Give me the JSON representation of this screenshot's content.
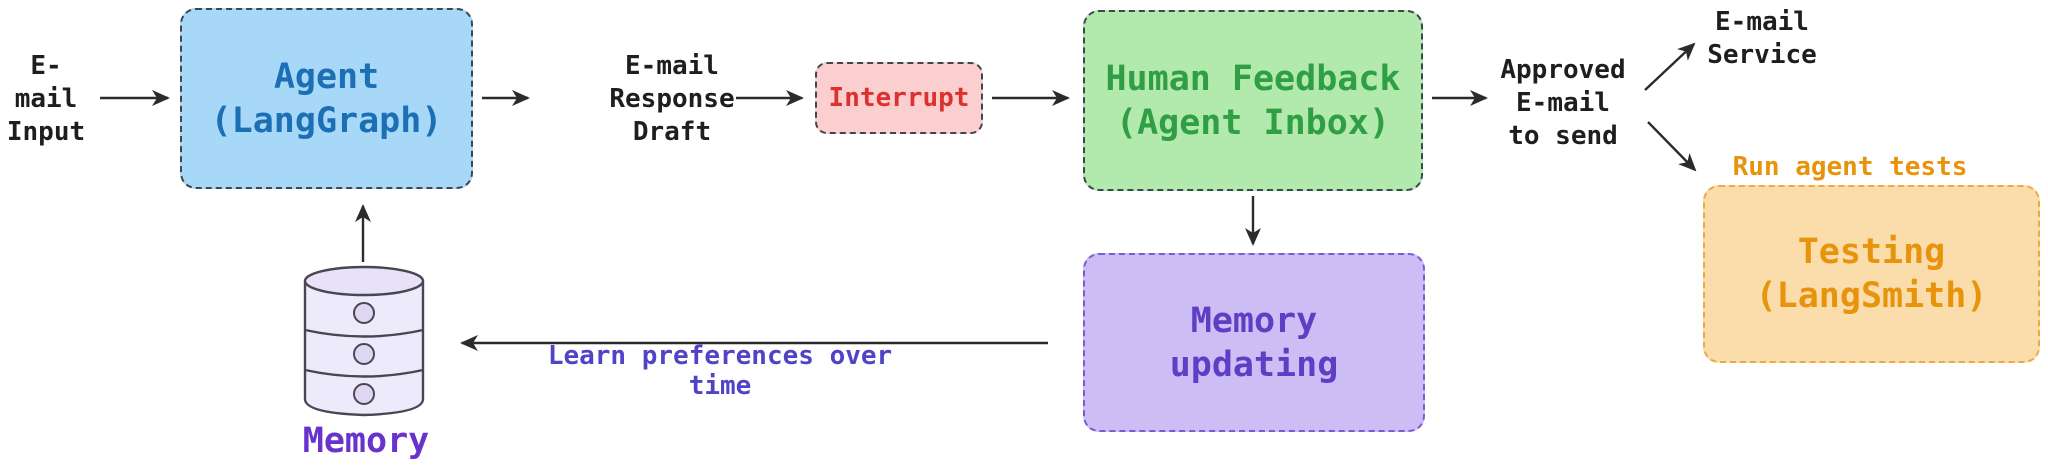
{
  "diagram": {
    "description": "Agent e-mail workflow diagram",
    "nodes": {
      "email_input": {
        "label": "E-mail\nInput"
      },
      "agent": {
        "label": "Agent\n(LangGraph)",
        "fill": "#a8d8f7",
        "text_color": "#1c6fb5"
      },
      "response_draft": {
        "label": "E-mail\nResponse\nDraft"
      },
      "interrupt": {
        "label": "Interrupt",
        "fill": "#fbcfcf",
        "text_color": "#dd3030"
      },
      "human_feedback": {
        "label": "Human Feedback\n(Agent Inbox)",
        "fill": "#b2e9ac",
        "text_color": "#2f9e44"
      },
      "approved_email": {
        "label": "Approved\nE-mail\nto send"
      },
      "email_service": {
        "label": "E-mail\nService"
      },
      "run_agent_tests": {
        "label": "Run agent tests",
        "text_color": "#e8930c"
      },
      "testing": {
        "label": "Testing\n(LangSmith)",
        "fill": "#fbdcab",
        "text_color": "#e8930c"
      },
      "memory_updating": {
        "label": "Memory\nupdating",
        "fill": "#cdbdf5",
        "text_color": "#5f3dc4"
      },
      "learn_preferences": {
        "label": "Learn preferences over time",
        "text_color": "#5143c8"
      },
      "memory": {
        "label": "Memory",
        "text_color": "#6733cb"
      }
    },
    "edges": [
      {
        "from": "email_input",
        "to": "agent"
      },
      {
        "from": "agent",
        "to": "response_draft"
      },
      {
        "from": "response_draft",
        "to": "interrupt"
      },
      {
        "from": "interrupt",
        "to": "human_feedback"
      },
      {
        "from": "human_feedback",
        "to": "approved_email"
      },
      {
        "from": "approved_email",
        "to": "email_service"
      },
      {
        "from": "approved_email",
        "to": "testing"
      },
      {
        "from": "human_feedback",
        "to": "memory_updating"
      },
      {
        "from": "memory_updating",
        "to": "memory"
      },
      {
        "from": "memory",
        "to": "agent"
      }
    ],
    "colors": {
      "arrow": "#2b2b2b",
      "plain_text": "#1e1e1e",
      "box_border_dark": "#3e4750",
      "cylinder_fill": "#edeafb",
      "cylinder_stroke": "#4a4550"
    }
  }
}
